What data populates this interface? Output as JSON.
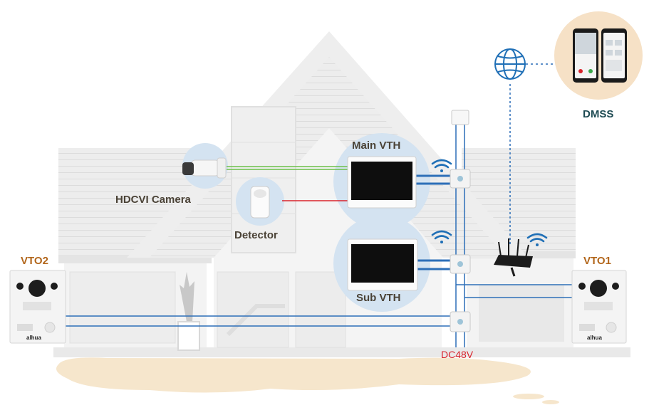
{
  "labels": {
    "main_vth": "Main VTH",
    "sub_vth": "Sub VTH",
    "hdcvi_camera": "HDCVI Camera",
    "detector": "Detector",
    "vto1": "VTO1",
    "vto2": "VTO2",
    "dmss": "DMSS",
    "dc48v": "DC48V",
    "brand": "alhua"
  },
  "colors": {
    "house": "#ececec",
    "house_line": "#dedede",
    "halo": "#d4e3f1",
    "cable_blue": "#2d6fb8",
    "cable_green": "#6cc04a",
    "cable_red": "#d9232b",
    "ground": "#f6e6cc",
    "dmss_circle": "#f6e1c6"
  },
  "icons": [
    "wifi-icon",
    "globe-icon",
    "router-icon",
    "phone-icon",
    "plant-icon"
  ]
}
